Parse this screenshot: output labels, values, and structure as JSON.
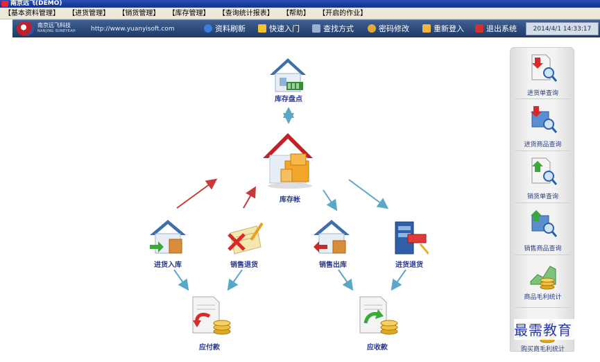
{
  "window": {
    "title": "南京远飞(DEMO)"
  },
  "menu": [
    "【基本资料管理】",
    "【进货管理】",
    "【销货管理】",
    "【库存管理】",
    "【查询统计报表】",
    "【帮助】",
    "【开启的作业】"
  ],
  "toolbar": {
    "company_name": "南京远飞科技",
    "company_en": "NANJING SUNEYEAH",
    "website": "http://www.yuanyisoft.com",
    "buttons": [
      {
        "label": "资料刷新",
        "icon": "refresh-icon"
      },
      {
        "label": "快速入门",
        "icon": "help-icon"
      },
      {
        "label": "查找方式",
        "icon": "search-icon"
      },
      {
        "label": "密码修改",
        "icon": "user-key-icon"
      },
      {
        "label": "重新登入",
        "icon": "login-icon"
      },
      {
        "label": "退出系统",
        "icon": "exit-icon"
      }
    ],
    "datetime": "2014/4/1 14:33:17"
  },
  "flow": {
    "inventory_count": "库存盘点",
    "inventory_account": "库存帐",
    "purchase_in": "进货入库",
    "sales_return": "销售退货",
    "sales_out": "销售出库",
    "purchase_return": "进货退货",
    "payable": "应付款",
    "receivable": "应收款"
  },
  "sidebar": [
    "进货单查询",
    "进货商品查询",
    "销货单查询",
    "销售商品查询",
    "商品毛利统计",
    "购买商毛利统计"
  ],
  "watermark": "最需教育"
}
